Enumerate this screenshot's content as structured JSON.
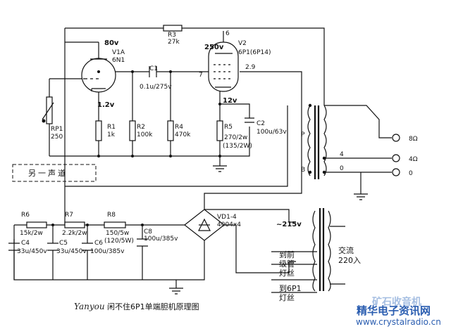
{
  "labels": {
    "r3": "R3",
    "r3_val": "27k",
    "v80": "80v",
    "v1a": "V1A",
    "v1a_type": "6N1",
    "c1": "C1",
    "c1_val": "0.1u/275v",
    "v250": "250v",
    "v2": "V2",
    "v2_type": "6P1(6P14)",
    "pin6": "6",
    "pin7": "7",
    "pin29": "2.9",
    "v12": "1.2v",
    "v12b": "12v",
    "rp1": "RP1",
    "rp1_val": "250",
    "r1": "R1",
    "r1_val": "1k",
    "r2": "R2",
    "r2_val": "100k",
    "r4": "R4",
    "r4_val": "470k",
    "r5": "R5",
    "r5_val1": "270/2w",
    "r5_val2": "(135/2W)",
    "c2": "C2",
    "c2_val": "100u/63v",
    "tap_p": "P",
    "tap_b": "B",
    "tap4": "4",
    "tap0": "0",
    "spk8": "8Ω",
    "spk4": "4Ω",
    "spk0": "0",
    "other_channel": "另一声道",
    "r6": "R6",
    "r6_val": "15k/2w",
    "r7": "R7",
    "r7_val": "2.2k/2w",
    "r8": "R8",
    "r8_val1": "150/5w",
    "r8_val2": "(120/5W)",
    "c8": "C8",
    "c8_val": "100u/385v",
    "c4": "C4",
    "c4_val": "33u/450v",
    "c5": "C5",
    "c5_val": "33u/450v",
    "c6": "C6",
    "c6_val": "100u/385v",
    "vd": "VD1-4",
    "vd_val": "4004x4",
    "v215": "~215v",
    "heater_front_1": "到前",
    "heater_front_2": "级管",
    "heater_front_3": "灯丝",
    "heater_6p1_1": "到6P1",
    "heater_6p1_2": "灯丝",
    "ac_in_1": "交流",
    "ac_in_2": "220入",
    "signature": "Yanyou",
    "caption": "闲不住6P1单端胆机原理图",
    "watermark_1": "矿石收音机",
    "watermark_2": "精华电子资讯网",
    "watermark_3": "www.crystalradio.cn"
  }
}
